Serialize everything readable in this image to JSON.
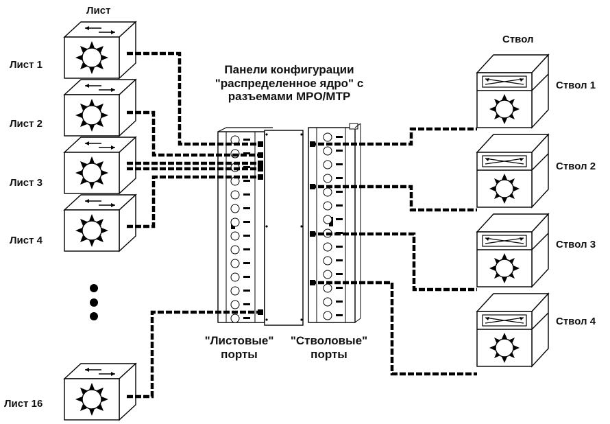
{
  "labels": {
    "leaf_header": "Лист",
    "spine_header": "Ствол",
    "leaves": [
      "Лист 1",
      "Лист 2",
      "Лист 3",
      "Лист 4",
      "Лист 16"
    ],
    "spines": [
      "Ствол 1",
      "Ствол 2",
      "Ствол 3",
      "Ствол 4"
    ],
    "title_lines": [
      "Панели конфигурации",
      "\"распределенное ядро\" с",
      "разъемами MPO/MTP"
    ],
    "leaf_ports_lines": [
      "\"Листовые\"",
      "порты"
    ],
    "spine_ports_lines": [
      "\"Стволовые\"",
      "порты"
    ]
  },
  "icons": {
    "leaf_switch": "leaf-switch-icon",
    "spine_switch": "spine-switch-icon",
    "patch_panel": "patch-panel-icon",
    "ellipsis": "vertical-ellipsis-icon"
  },
  "colors": {
    "line": "#111111",
    "background": "#ffffff"
  }
}
